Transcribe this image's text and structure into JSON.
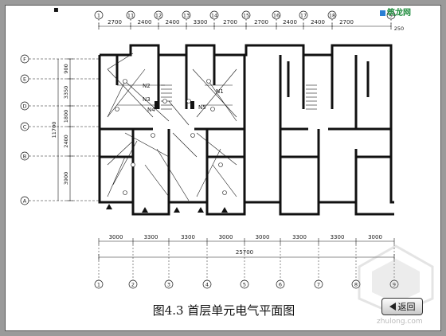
{
  "caption": "图4.3  首层单元电气平面图",
  "back_button": "返回",
  "logo_text": "筑龙网",
  "watermark_text": "zhulong.com",
  "top_dims": [
    "2700",
    "2400",
    "2400",
    "3300",
    "2700",
    "2700",
    "2400",
    "2400",
    "2700"
  ],
  "top_extra": "250",
  "bottom_dims": [
    "3000",
    "3300",
    "3300",
    "3000",
    "3000",
    "3300",
    "3300",
    "3000"
  ],
  "total_width": "25700",
  "left_dims": [
    "900",
    "3350",
    "1800",
    "2400",
    "3900"
  ],
  "total_height": "11700",
  "top_axes": [
    "1",
    "11",
    "12",
    "13",
    "14",
    "15",
    "16",
    "17",
    "18",
    "9"
  ],
  "bottom_axes": [
    "1",
    "2",
    "3",
    "4",
    "5",
    "6",
    "7",
    "8",
    "9"
  ],
  "row_axes": [
    "F",
    "E",
    "D",
    "C",
    "B",
    "A"
  ],
  "plan_labels": [
    "N2",
    "N3",
    "N4",
    "N5",
    "N1"
  ],
  "colors": {
    "line": "#1a1a1a",
    "wall": "#111111",
    "background": "#ffffff",
    "frame": "#9a9a9a"
  },
  "icons": [
    "back-arrow-icon",
    "logo-icon",
    "watermark-icon"
  ]
}
